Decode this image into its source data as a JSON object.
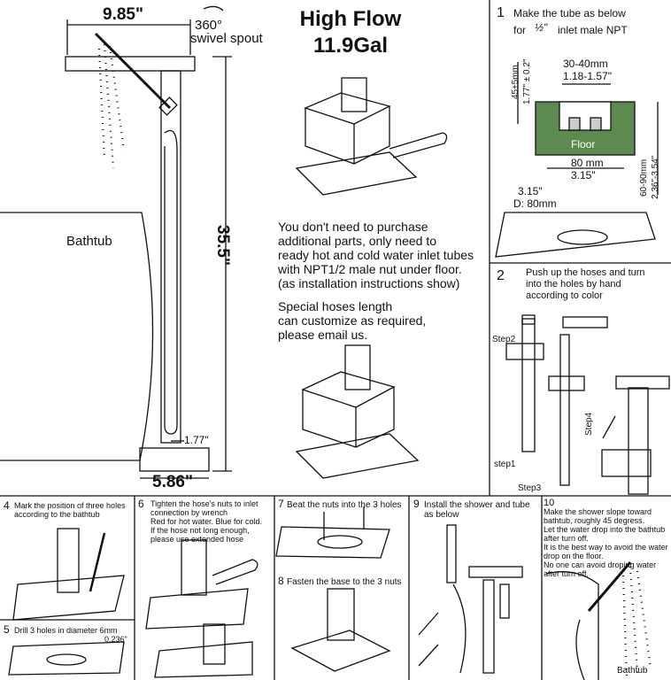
{
  "main": {
    "dim_width": "9.85\"",
    "swivel_deg": "360°",
    "swivel_label": "swivel spout",
    "title_line1": "High Flow",
    "title_line2": "11.9Gal",
    "height_dim": "35.5\"",
    "base_dim": "5.86\"",
    "offset_dim": "1.77\"",
    "bathtub_label": "Bathtub",
    "notes": [
      "You don't need to purchase",
      "additional parts, only need to",
      "ready hot and cold water inlet tubes",
      "with NPT1/2 male nut under floor.",
      "(as installation instructions show)"
    ],
    "hoses_note": [
      "Special hoses length",
      "can customize as required,",
      "please email us."
    ]
  },
  "step1": {
    "number": "1",
    "line1": "Make  the  tube  as  below",
    "for_word": "for",
    "fraction": "½\"",
    "line2_rest": "inlet male NPT",
    "height_label_mm": "45±5mm",
    "height_label_in": "1.77\" ± 0.2\"",
    "gap_mm": "30-40mm",
    "gap_in": "1.18-1.57\"",
    "floor_label": "Floor",
    "width_mm": "80 mm",
    "width_in": "3.15\"",
    "depth_mm": "60-90mm",
    "depth_in": "2.36\"-3.54\"",
    "hole_in": "3.15\"",
    "hole_d": "D: 80mm"
  },
  "step2": {
    "number": "2",
    "text": [
      "Push up the hoses and turn",
      "into the holes by hand",
      "according to color"
    ],
    "step_labels": [
      "Step2",
      "Step4",
      "step1",
      "Step3"
    ]
  },
  "step4": {
    "number": "4",
    "text": [
      "Mark the position of three holes",
      "according to the bathtub"
    ]
  },
  "step5": {
    "number": "5",
    "text": "Drill  3  holes  in  diameter  6mm",
    "inch": "0.236\""
  },
  "step6": {
    "number": "6",
    "text": [
      "Tighten the hose's nuts to inlet",
      "connection by wrench",
      "Red for hot water. Blue for cold.",
      "If the hose not long enough,",
      "please use extended hose"
    ]
  },
  "step7": {
    "number": "7",
    "text": "Beat the nuts into the 3 holes"
  },
  "step8": {
    "number": "8",
    "text": "Fasten the base to the 3 nuts"
  },
  "step9": {
    "number": "9",
    "text": [
      "Install the shower and tube",
      "as below"
    ]
  },
  "step10": {
    "number": "10",
    "text": [
      "Make the shower slope toward",
      "bathtub, roughly 45 degress.",
      "Let the water drop into the bathtub",
      "after turn off.",
      "It is the best way to avoid the water",
      "drop on the floor.",
      "No one can avoid droping water",
      "after turn off."
    ],
    "bathtub": "Bathtub"
  },
  "colors": {
    "floor_green": "#5d8a4e",
    "line": "#111111"
  }
}
